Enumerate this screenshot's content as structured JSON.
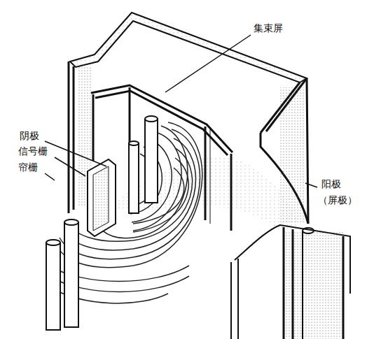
{
  "diagram": {
    "labels": [
      "集束屏",
      "阴极",
      "信号栅",
      "帘栅",
      "阳极",
      "（屏极）"
    ]
  }
}
